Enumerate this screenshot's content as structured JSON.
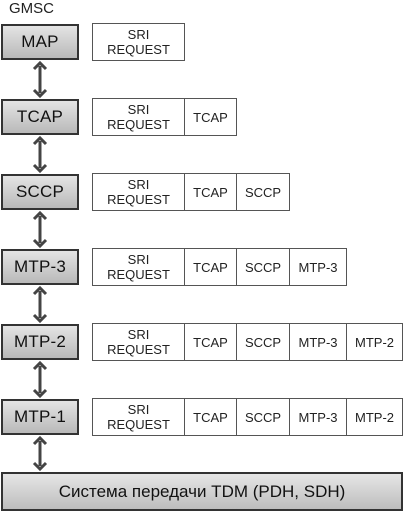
{
  "title": "GMSC",
  "sri_label": {
    "line1": "SRI",
    "line2": "REQUEST"
  },
  "layers": [
    {
      "label": "MAP",
      "fields": []
    },
    {
      "label": "TCAP",
      "fields": [
        "TCAP"
      ]
    },
    {
      "label": "SCCP",
      "fields": [
        "TCAP",
        "SCCP"
      ]
    },
    {
      "label": "MTP-3",
      "fields": [
        "TCAP",
        "SCCP",
        "MTP-3"
      ]
    },
    {
      "label": "MTP-2",
      "fields": [
        "TCAP",
        "SCCP",
        "MTP-3",
        "MTP-2"
      ]
    },
    {
      "label": "MTP-1",
      "fields": [
        "TCAP",
        "SCCP",
        "MTP-3",
        "MTP-2"
      ]
    }
  ],
  "transport": "Система передачи TDM (PDH, SDH)"
}
